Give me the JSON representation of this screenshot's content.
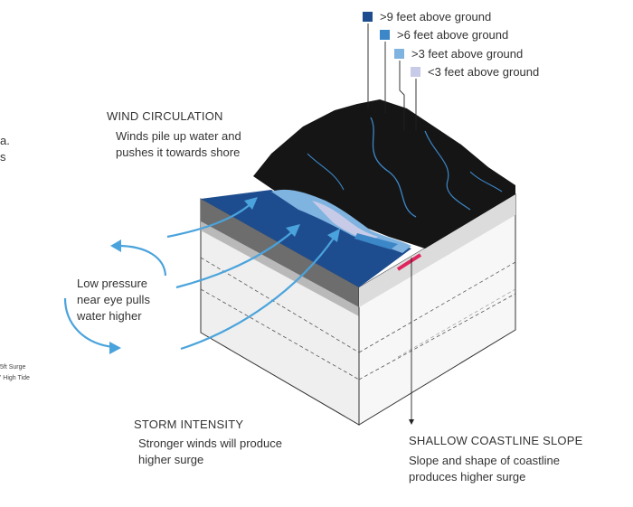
{
  "legend": {
    "items": [
      {
        "label": ">9 feet above ground",
        "color": "#1e4d8f"
      },
      {
        "label": ">6 feet above ground",
        "color": "#3c87c8"
      },
      {
        "label": ">3 feet above ground",
        "color": "#7fb3e0"
      },
      {
        "label": "<3 feet above ground",
        "color": "#c8cbe8"
      }
    ]
  },
  "wind_circulation": {
    "heading": "WIND CIRCULATION",
    "lines": [
      "Winds pile up water and",
      "pushes it towards shore"
    ]
  },
  "low_pressure": {
    "lines": [
      "Low pressure",
      "near eye pulls",
      "water higher"
    ]
  },
  "storm_intensity": {
    "heading": "STORM INTENSITY",
    "lines": [
      "Stronger winds will produce",
      "higher surge"
    ]
  },
  "shallow_slope": {
    "heading": "SHALLOW COASTLINE SLOPE",
    "lines": [
      "Slope and shape of coastline",
      "produces higher surge"
    ]
  },
  "edge_fragments": {
    "top_a": "a.",
    "top_b": "s",
    "bottom_a": "5ft Surge",
    "bottom_b": "' High Tide"
  },
  "colors": {
    "water": "#1e4d8f",
    "land": "#151515",
    "arrow": "#4aa3dc",
    "coast_highlight": "#e0245e",
    "block_face": "#ededed"
  }
}
